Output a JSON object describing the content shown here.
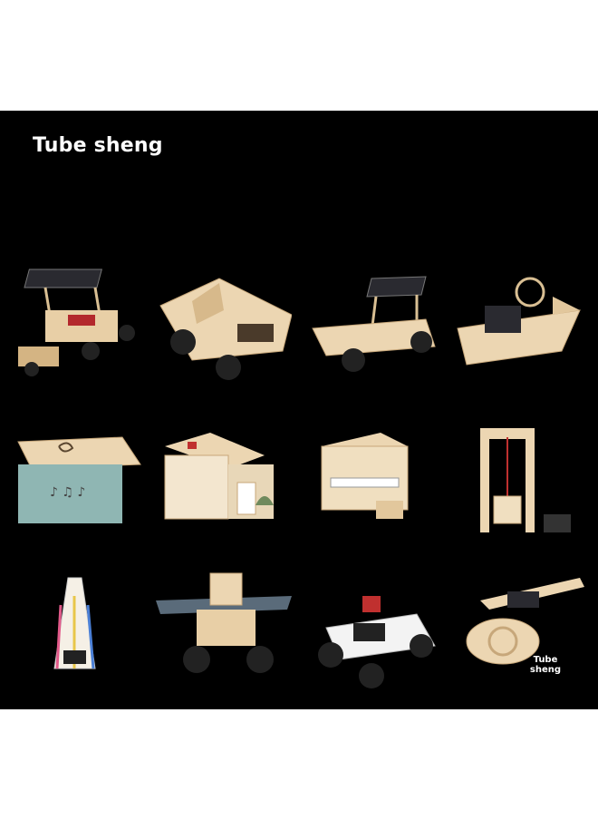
{
  "title": "Tube sheng",
  "watermark": "Tube sheng",
  "products": [
    {
      "name": "solar-car-model"
    },
    {
      "name": "racing-car-model"
    },
    {
      "name": "solar-buggy-model"
    },
    {
      "name": "boat-model"
    },
    {
      "name": "music-box-model"
    },
    {
      "name": "house-model"
    },
    {
      "name": "piano-model"
    },
    {
      "name": "elevator-model"
    },
    {
      "name": "lamp-model"
    },
    {
      "name": "solar-walker-model"
    },
    {
      "name": "electric-car-model"
    },
    {
      "name": "solar-helicopter-model"
    }
  ],
  "colors": {
    "background": "#000000",
    "wood": "#e8cfa6",
    "wood_dark": "#b8966a",
    "teal": "#8fb6b3"
  }
}
